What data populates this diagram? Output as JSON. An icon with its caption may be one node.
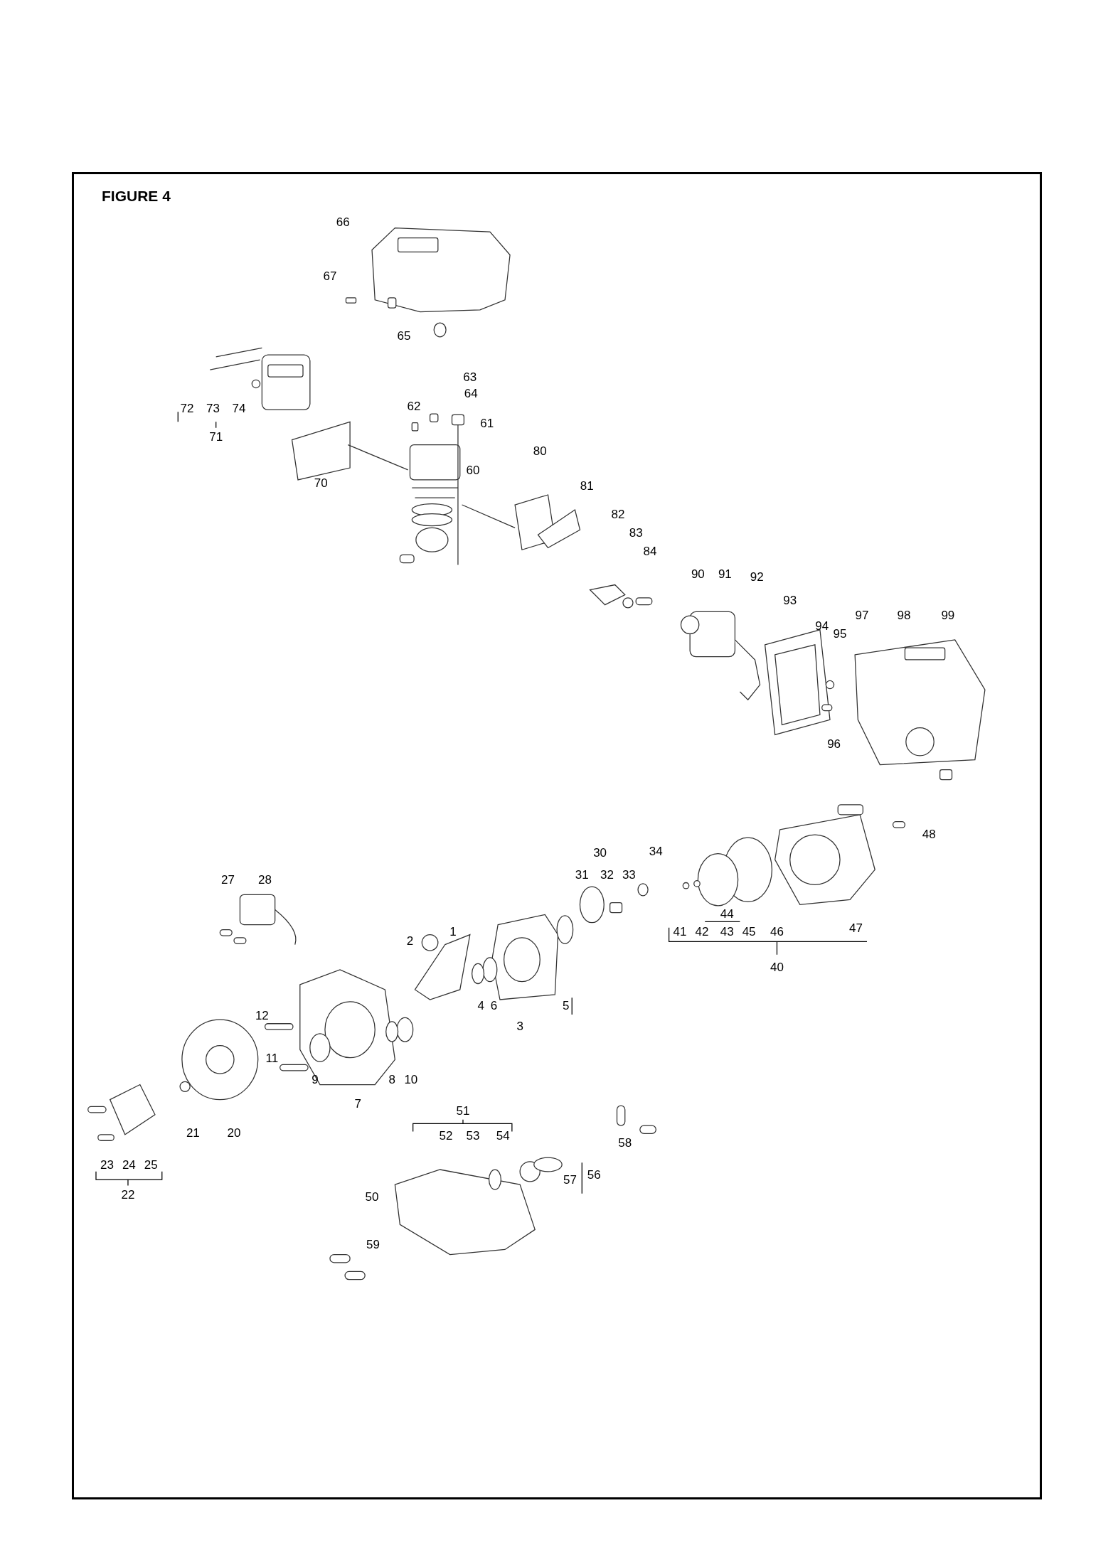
{
  "diagram": {
    "title": "FIGURE 4",
    "labels": [
      "66",
      "67",
      "65",
      "63",
      "64",
      "62",
      "61",
      "72",
      "73",
      "74",
      "71",
      "70",
      "60",
      "80",
      "81",
      "82",
      "83",
      "84",
      "90",
      "91",
      "92",
      "93",
      "94",
      "95",
      "97",
      "98",
      "99",
      "96",
      "48",
      "47",
      "30",
      "34",
      "31",
      "32",
      "33",
      "27",
      "28",
      "44",
      "41",
      "42",
      "43",
      "45",
      "46",
      "40",
      "2",
      "1",
      "4",
      "6",
      "5",
      "3",
      "12",
      "11",
      "9",
      "8",
      "10",
      "7",
      "51",
      "58",
      "21",
      "20",
      "23",
      "24",
      "25",
      "22",
      "52",
      "53",
      "54",
      "56",
      "57",
      "50",
      "59"
    ]
  }
}
